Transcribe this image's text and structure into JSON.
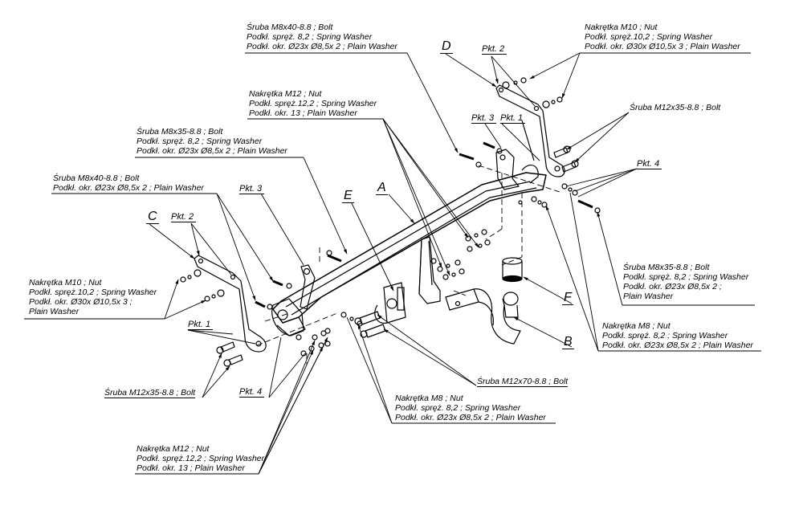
{
  "drawing": {
    "type": "exploded assembly diagram",
    "part_letters": {
      "A": "A",
      "B": "B",
      "C": "C",
      "D": "D",
      "E": "E",
      "F": "F"
    },
    "points": {
      "pkt1": "Pkt. 1",
      "pkt2": "Pkt. 2",
      "pkt3": "Pkt. 3",
      "pkt4": "Pkt. 4"
    },
    "callouts": {
      "top_center": [
        "Śruba M8x40-8.8 ;  Bolt",
        "Podkł. spręż. 8,2 ; Spring Washer",
        "Podkł. okr.  Ø23x Ø8,5x 2 ; Plain Washer"
      ],
      "top_right": [
        "Nakrętka  M10 ; Nut",
        "Podkł. spręż.10,2 ; Spring Washer",
        "Podkł. okr.  Ø30x Ø10,5x 3 ; Plain Washer"
      ],
      "upper_center": [
        "Nakrętka  M12 ; Nut",
        "Podkł. spręż.12,2 ; Spring Washer",
        "Podkł. okr. 13 ; Plain Washer"
      ],
      "upper_left": [
        "Śruba M8x35-8.8 ;  Bolt",
        "Podkł. spręż. 8,2 ; Spring Washer",
        "Podkł. okr.  Ø23x Ø8,5x 2 ; Plain Washer"
      ],
      "mid_left": [
        "Śruba M8x40-8.8 ;  Bolt",
        "Podkł. okr.  Ø23x Ø8,5x 2 ; Plain Washer"
      ],
      "right_bolt": [
        "Śruba M12x35-8.8 ;  Bolt"
      ],
      "left_nut": [
        "Nakrętka  M10 ; Nut",
        "Podkł. spręż.10,2 ; Spring Washer",
        "Podkł. okr.  Ø30x Ø10,5x 3 ;",
        "Plain Washer"
      ],
      "right_mid": [
        "Śruba M8x35-8.8 ;  Bolt",
        "Podkł. spręż. 8,2 ; Spring Washer",
        "Podkł. okr.  Ø23x Ø8,5x 2 ;",
        "Plain Washer"
      ],
      "right_low": [
        "Nakrętka  M8 ; Nut",
        "Podkł. spręż. 8,2 ; Spring Washer",
        "Podkł. okr.  Ø23x Ø8,5x 2 ; Plain Washer"
      ],
      "center_bolt": [
        "Śruba M12x70-8.8 ;  Bolt"
      ],
      "left_bolt": [
        "Śruba M12x35-8.8 ;  Bolt"
      ],
      "bottom_center": [
        "Nakrętka  M8 ; Nut",
        "Podkł. spręż. 8,2 ; Spring Washer",
        "Podkł. okr.  Ø23x Ø8,5x 2 ; Plain Washer"
      ],
      "bottom_left": [
        "Nakrętka  M12 ; Nut",
        "Podkł. spręż.12,2 ; Spring Washer",
        "Podkł. okr. 13 ; Plain Washer"
      ]
    }
  }
}
